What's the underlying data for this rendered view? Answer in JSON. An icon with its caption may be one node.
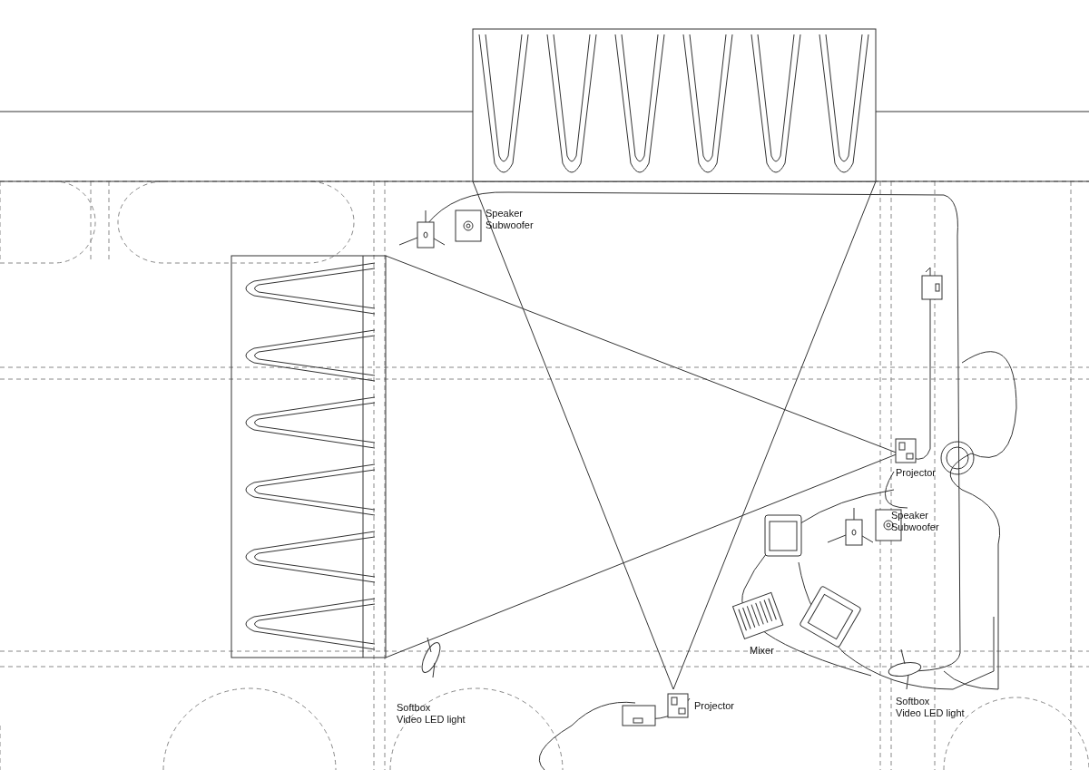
{
  "diagram": {
    "labels": [
      "Speaker",
      "Subwoofer",
      "Projector",
      "Speaker",
      "Subwoofer",
      "Mixer",
      "Softbox",
      "Video LED light",
      "Projector",
      "Softbox",
      "Video LED light"
    ]
  }
}
